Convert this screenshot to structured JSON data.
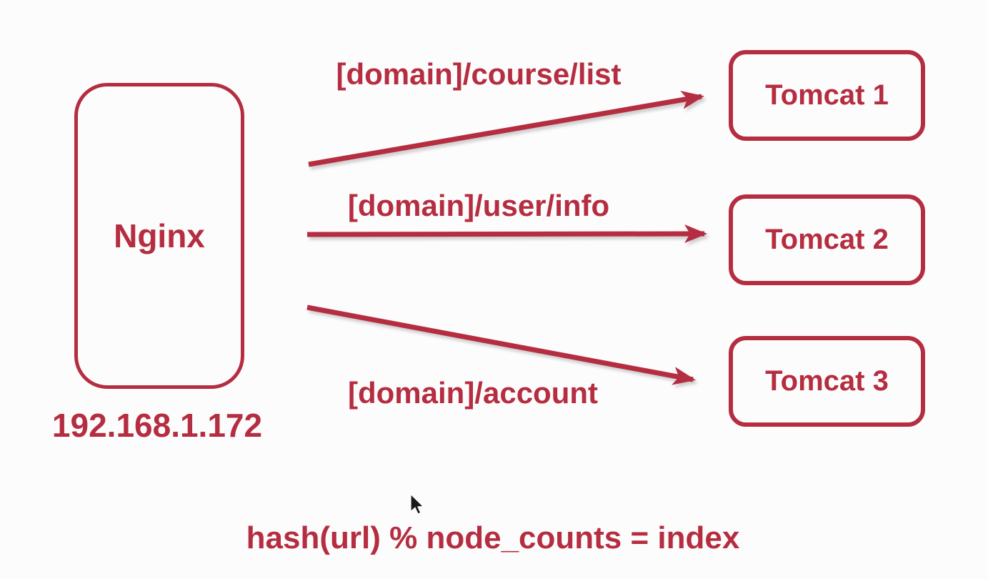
{
  "colors": {
    "accent": "#b52d40",
    "background": "#fdfcfc",
    "cursor": "#1a1a1a"
  },
  "diagram": {
    "kind": "nginx-load-balancing-url-hash",
    "nginx": {
      "label": "Nginx",
      "ip": "192.168.1.172"
    },
    "servers": [
      {
        "label": "Tomcat 1"
      },
      {
        "label": "Tomcat 2"
      },
      {
        "label": "Tomcat 3"
      }
    ],
    "routes": [
      {
        "path": "[domain]/course/list",
        "target": "Tomcat 1"
      },
      {
        "path": "[domain]/user/info",
        "target": "Tomcat 2"
      },
      {
        "path": "[domain]/account",
        "target": "Tomcat 3"
      }
    ],
    "formula": "hash(url) % node_counts = index"
  }
}
